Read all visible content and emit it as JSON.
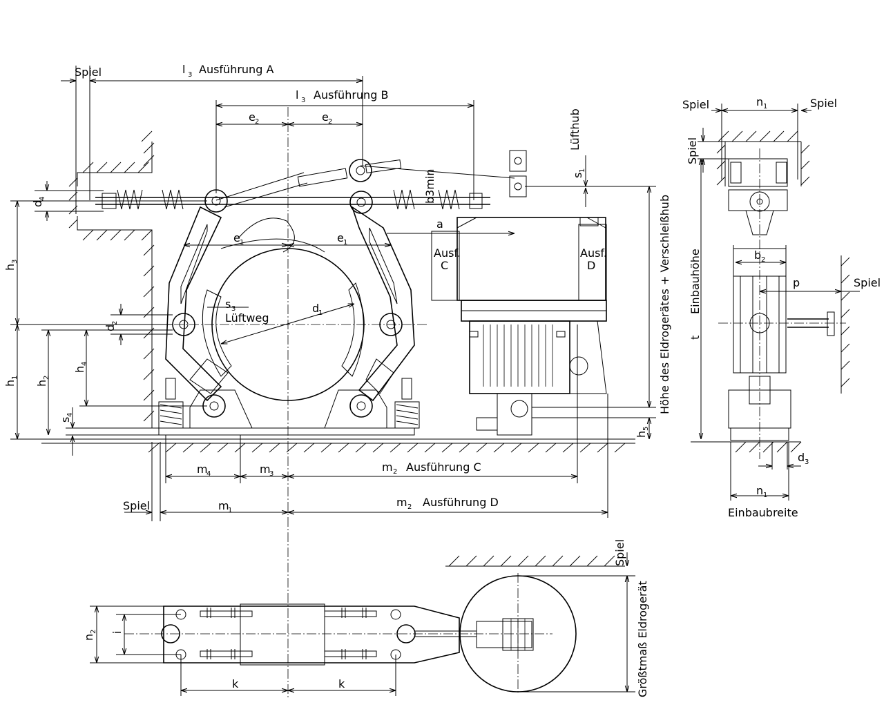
{
  "labels": {
    "spiel": "Spiel",
    "l3_a": "l",
    "l3_a_sub": "3",
    "l3_a_text": "Ausführung A",
    "l3_b": "l",
    "l3_b_sub": "3",
    "l3_b_text": "Ausführung B",
    "e2": "e",
    "e2_sub": "2",
    "e1": "e",
    "e1_sub": "1",
    "lufthub": "Lüfthub",
    "s1": "s",
    "s1_sub": "1",
    "b3min": "b3min",
    "a": "a",
    "d4": "d",
    "d4_sub": "4",
    "h3": "h",
    "h3_sub": "3",
    "s3": "s",
    "s3_sub": "3",
    "luftweg": "Lüftweg",
    "d1": "d",
    "d1_sub": "1",
    "d2": "d",
    "d2_sub": "2",
    "h1": "h",
    "h1_sub": "1",
    "h2": "h",
    "h2_sub": "2",
    "h4": "h",
    "h4_sub": "4",
    "s4": "s",
    "s4_sub": "4",
    "h5": "h",
    "h5_sub": "5",
    "ausf_c": "Ausf.",
    "ausf_c2": "C",
    "ausf_d": "Ausf.",
    "ausf_d2": "D",
    "hoehe": "Höhe des Eldrogerätes + Verschleißhub",
    "m4": "m",
    "m4_sub": "4",
    "m3": "m",
    "m3_sub": "3",
    "m2c": "m",
    "m2c_sub": "2",
    "m2c_text": "Ausführung C",
    "m1": "m",
    "m1_sub": "1",
    "m2d": "m",
    "m2d_sub": "2",
    "m2d_text": "Ausführung D",
    "n1": "n",
    "n1_sub": "1",
    "b2": "b",
    "b2_sub": "2",
    "p": "p",
    "einbauhoehe": "Einbauhöhe",
    "t": "t",
    "d3": "d",
    "d3_sub": "3",
    "einbaubreite": "Einbaubreite",
    "n2": "n",
    "n2_sub": "2",
    "i": "i",
    "k": "k",
    "groesstmass": "Größtmaß Eldrogerät"
  }
}
